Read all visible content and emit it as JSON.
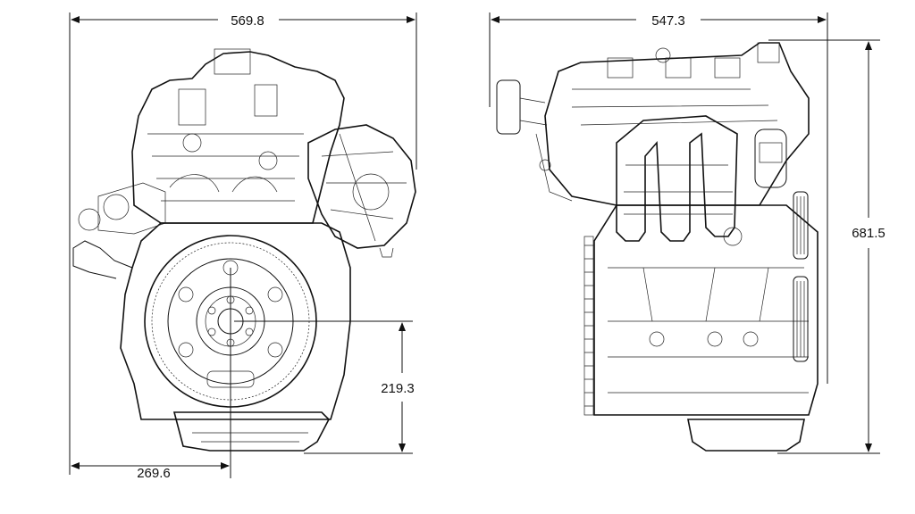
{
  "dimensions": {
    "front_width": "569.8",
    "side_width": "547.3",
    "height": "681.5",
    "crank_height": "219.3",
    "crank_offset": "269.6"
  },
  "colors": {
    "line": "#111111",
    "background": "#ffffff"
  },
  "icons": [
    "front-view-engine-icon",
    "side-view-engine-icon",
    "flywheel-icon",
    "intake-manifold-icon"
  ]
}
